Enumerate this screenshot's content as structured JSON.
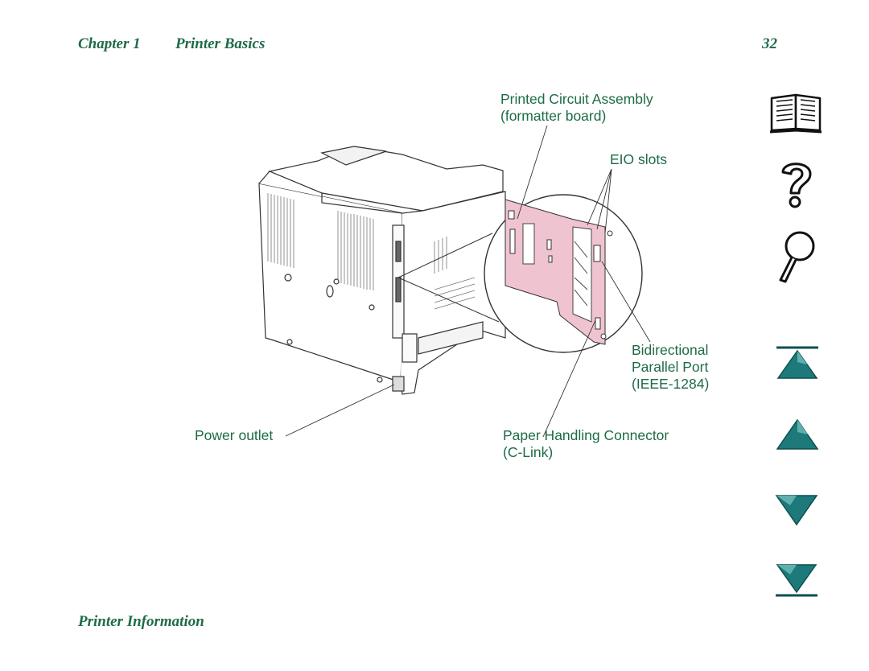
{
  "header": {
    "chapter": "Chapter 1",
    "section": "Printer Basics",
    "page_number": "32"
  },
  "footer": {
    "title": "Printer Information"
  },
  "callouts": {
    "pca_line1": "Printed Circuit Assembly",
    "pca_line2": "(formatter board)",
    "eio": "EIO slots",
    "parallel_line1": "Bidirectional",
    "parallel_line2": "Parallel Port",
    "parallel_line3": "(IEEE-1284)",
    "power": "Power outlet",
    "clink_line1": "Paper Handling Connector",
    "clink_line2": "(C-Link)"
  },
  "nav": {
    "items": [
      "manual-icon",
      "help-icon",
      "search-icon",
      "first-page-icon",
      "previous-page-icon",
      "next-page-icon",
      "last-page-icon"
    ],
    "accent": "#1e7a7a",
    "board_fill": "#efc3cf"
  }
}
